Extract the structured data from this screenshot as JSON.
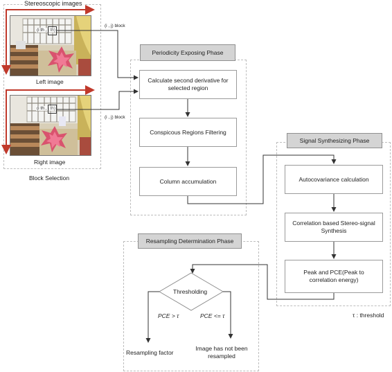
{
  "block_selection": {
    "title": "Stereoscopic images",
    "left_label": "Left image",
    "right_label": "Right image",
    "caption": "Block Selection",
    "block_label_top": "(i , j) block",
    "block_label_bottom": "(i , j) block",
    "pixel_label_top": "(i th , j th)",
    "pixel_label_bottom": "(i th , j th)"
  },
  "periodicity_phase": {
    "title": "Periodicity Exposing Phase",
    "steps": [
      "Calculate second derivative for selected region",
      "Conspicous Regions Filtering",
      "Column accumulation"
    ]
  },
  "signal_phase": {
    "title": "Signal Synthesizing Phase",
    "steps": [
      "Autocovariance calculation",
      "Correlation based Stereo-signal Synthesis",
      "Peak and PCE(Peak to correlation energy)"
    ]
  },
  "resampling_phase": {
    "title": "Resampling Determination Phase",
    "decision": "Thresholding",
    "branch_left": "PCE > τ",
    "branch_right": "PCE <= τ",
    "outcome_left": "Resampling factor",
    "outcome_right": "Image has not been resampled"
  },
  "legend": {
    "tau": "τ : threshold"
  },
  "colors": {
    "arrow_red": "#c0392b",
    "phase_gray": "#d4d4d4",
    "line": "#333333"
  }
}
